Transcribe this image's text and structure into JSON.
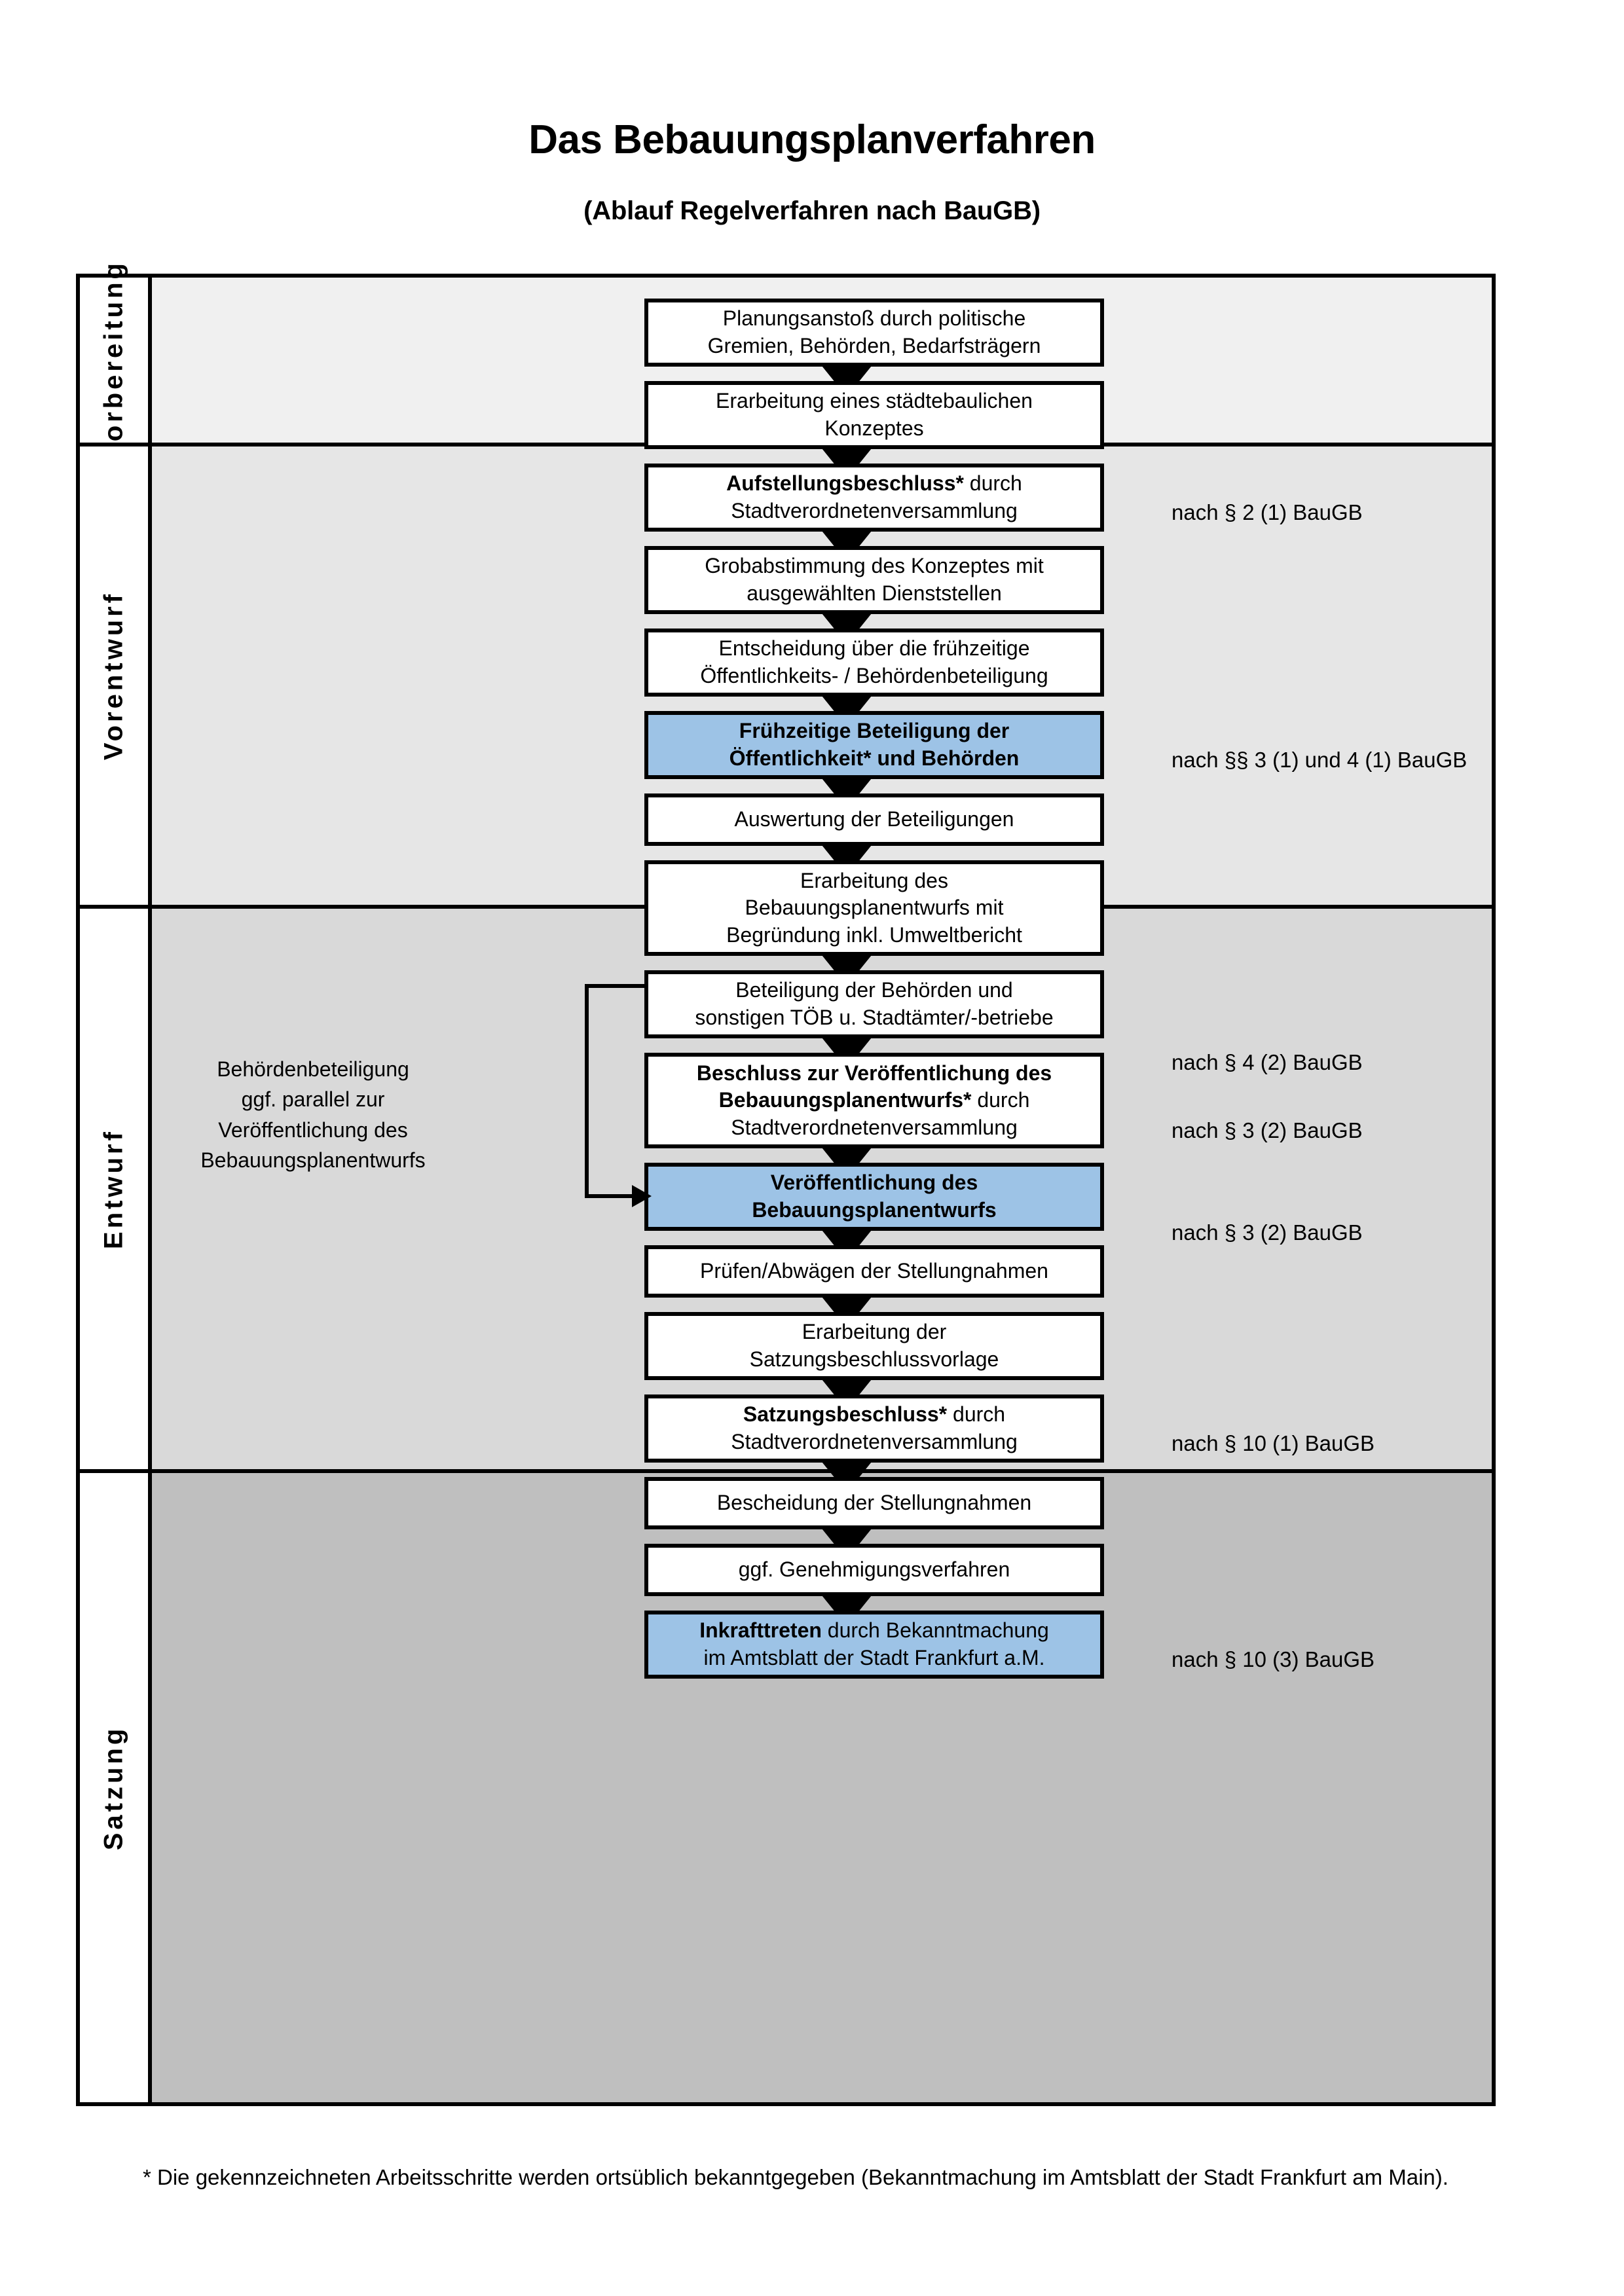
{
  "document": {
    "title": "Das Bebauungsplanverfahren",
    "subtitle": "(Ablauf Regelverfahren nach BauGB)",
    "footnote": "* Die gekennzeichneten Arbeitsschritte werden ortsüblich bekanntgegeben (Bekanntmachung im Amtsblatt  der Stadt Frankfurt am Main)."
  },
  "colors": {
    "phase_vorbereitung_bg": "#f0f0f0",
    "phase_vorentwurf_bg": "#e6e6e6",
    "phase_entwurf_bg": "#d9d9d9",
    "phase_satzung_bg": "#bfbfbf",
    "highlight_box": "#9dc3e6",
    "border": "#000000",
    "page_bg": "#ffffff"
  },
  "flowchart": {
    "type": "flowchart",
    "phases": [
      {
        "id": "vorbereitung",
        "label": "Vorbereitung",
        "background": "#f0f0f0",
        "steps": [
          {
            "id": "planungsanstoss",
            "lines": [
              "Planungsanstoß durch politische",
              "Gremien, Behörden, Bedarfsträgern"
            ],
            "bold_prefix": "",
            "highlight": false,
            "note": ""
          },
          {
            "id": "staedtebauliches-konzept",
            "lines": [
              "Erarbeitung eines städtebaulichen",
              "Konzeptes"
            ],
            "bold_prefix": "",
            "highlight": false,
            "note": ""
          },
          {
            "id": "aufstellungsbeschluss",
            "lines": [
              "Aufstellungsbeschluss* durch",
              "Stadtverordnetenversammlung"
            ],
            "bold_prefix": "Aufstellungsbeschluss*",
            "highlight": false,
            "note": "nach § 2 (1) BauGB"
          }
        ]
      },
      {
        "id": "vorentwurf",
        "label": "Vorentwurf",
        "background": "#e6e6e6",
        "steps": [
          {
            "id": "grobabstimmung",
            "lines": [
              "Grobabstimmung des Konzeptes mit",
              "ausgewählten Dienststellen"
            ],
            "bold_prefix": "",
            "highlight": false,
            "note": ""
          },
          {
            "id": "entscheidung-fruehzeitige-beteiligung",
            "lines": [
              "Entscheidung über die frühzeitige",
              "Öffentlichkeits- / Behördenbeteiligung"
            ],
            "bold_prefix": "",
            "highlight": false,
            "note": ""
          },
          {
            "id": "fruehzeitige-beteiligung",
            "lines": [
              "Frühzeitige Beteiligung der",
              "Öffentlichkeit* und Behörden"
            ],
            "bold_prefix": "all",
            "highlight": true,
            "note": "nach §§ 3 (1) und 4 (1) BauGB"
          }
        ]
      },
      {
        "id": "entwurf",
        "label": "Entwurf",
        "background": "#d9d9d9",
        "side_caption": "Behördenbeteiligung\nggf. parallel zur\nVeröffentlichung des\nBebauungsplanentwurfs",
        "steps": [
          {
            "id": "auswertung-beteiligungen",
            "lines": [
              "Auswertung der Beteiligungen"
            ],
            "bold_prefix": "",
            "highlight": false,
            "note": ""
          },
          {
            "id": "erarbeitung-bplanentwurf",
            "lines": [
              "Erarbeitung des",
              "Bebauungsplanentwurfs mit",
              "Begründung inkl. Umweltbericht"
            ],
            "bold_prefix": "",
            "highlight": false,
            "note": ""
          },
          {
            "id": "beteiligung-behoerden-toeb",
            "lines": [
              "Beteiligung der Behörden und",
              "sonstigen TÖB u. Stadtämter/-betriebe"
            ],
            "bold_prefix": "",
            "highlight": false,
            "note": "nach § 4 (2) BauGB"
          },
          {
            "id": "beschluss-veroeffentlichung",
            "lines": [
              "Beschluss zur Veröffentlichung des",
              "Bebauungsplanentwurfs* durch",
              "Stadtverordnetenversammlung"
            ],
            "bold_prefix": "Beschluss zur Veröffentlichung des Bebauungsplanentwurfs*",
            "highlight": false,
            "note": "nach § 3 (2) BauGB"
          },
          {
            "id": "veroeffentlichung-bplanentwurf",
            "lines": [
              "Veröffentlichung des",
              "Bebauungsplanentwurfs"
            ],
            "bold_prefix": "all",
            "highlight": true,
            "note": "nach § 3 (2) BauGB"
          }
        ]
      },
      {
        "id": "satzung",
        "label": "Satzung",
        "background": "#bfbfbf",
        "steps": [
          {
            "id": "pruefen-abwaegen",
            "lines": [
              "Prüfen/Abwägen der Stellungnahmen"
            ],
            "bold_prefix": "",
            "highlight": false,
            "note": ""
          },
          {
            "id": "erarbeitung-satzungsbeschlussvorlage",
            "lines": [
              "Erarbeitung der",
              "Satzungsbeschlussvorlage"
            ],
            "bold_prefix": "",
            "highlight": false,
            "note": ""
          },
          {
            "id": "satzungsbeschluss",
            "lines": [
              "Satzungsbeschluss* durch",
              "Stadtverordnetenversammlung"
            ],
            "bold_prefix": "Satzungsbeschluss*",
            "highlight": false,
            "note": "nach § 10 (1) BauGB"
          },
          {
            "id": "bescheidung-stellungnahmen",
            "lines": [
              "Bescheidung der Stellungnahmen"
            ],
            "bold_prefix": "",
            "highlight": false,
            "note": ""
          },
          {
            "id": "genehmigungsverfahren",
            "lines": [
              "ggf. Genehmigungsverfahren"
            ],
            "bold_prefix": "",
            "highlight": false,
            "note": ""
          },
          {
            "id": "inkrafttreten",
            "lines": [
              "Inkrafttreten durch Bekanntmachung",
              "im Amtsblatt der Stadt Frankfurt a.M."
            ],
            "bold_prefix": "Inkrafttreten",
            "highlight": true,
            "note": "nach § 10 (3) BauGB"
          }
        ]
      }
    ],
    "feedback_connector": {
      "id": "behoerdenbeteiligung-parallel-connector",
      "from_step": "beteiligung-behoerden-toeb",
      "to_step": "veroeffentlichung-bplanentwurf",
      "direction": "left-loop-with-arrowhead"
    }
  }
}
